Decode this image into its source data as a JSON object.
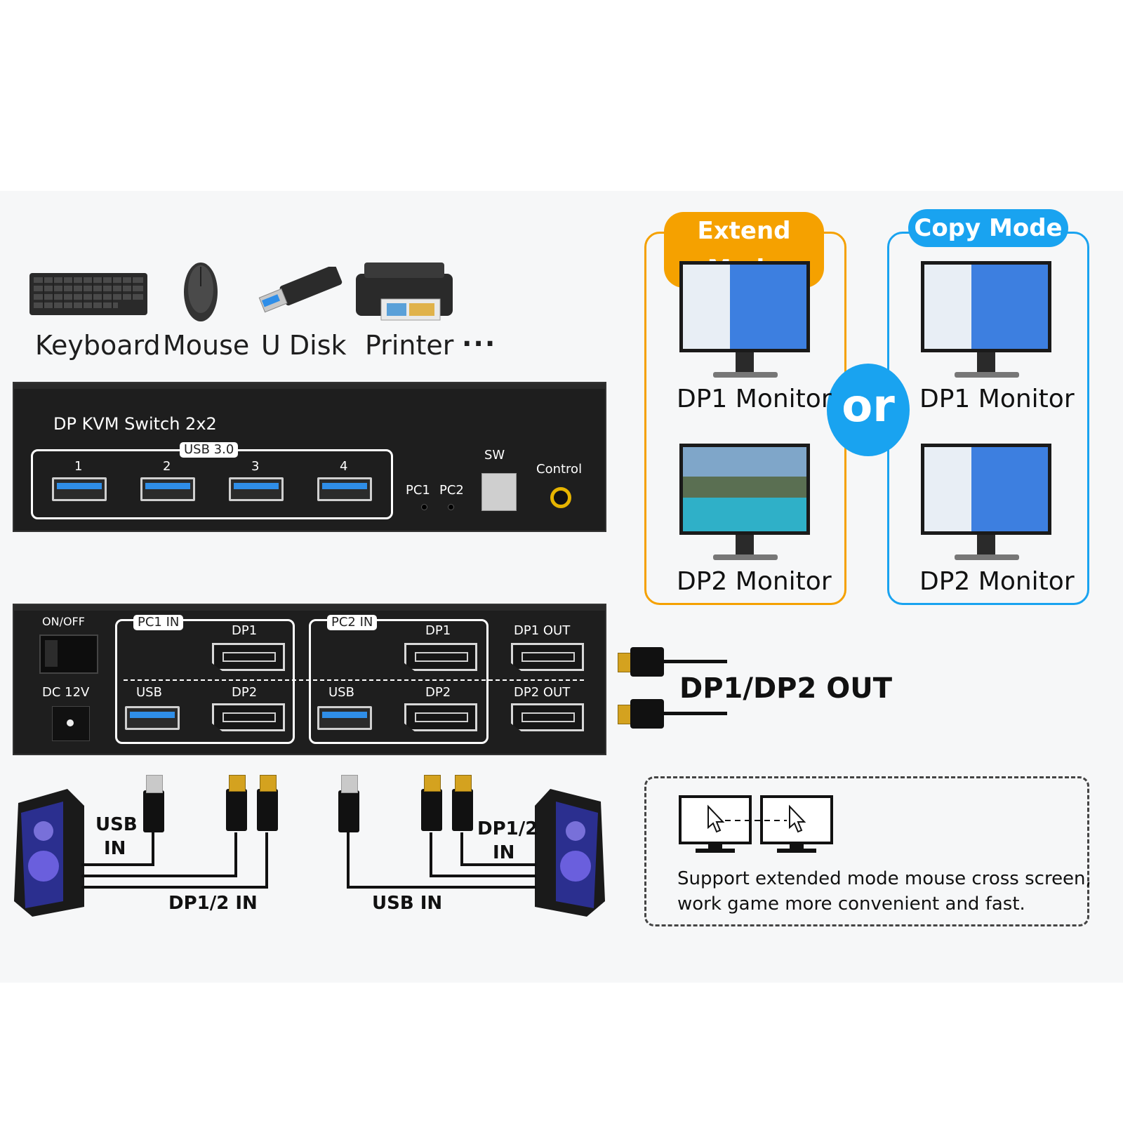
{
  "peripherals": {
    "items": [
      {
        "label": "Keyboard",
        "icon": "keyboard-icon"
      },
      {
        "label": "Mouse",
        "icon": "mouse-icon"
      },
      {
        "label": "U Disk",
        "icon": "usb-drive-icon"
      },
      {
        "label": "Printer",
        "icon": "printer-icon"
      }
    ],
    "more": "..."
  },
  "front_panel": {
    "title": "DP KVM Switch 2x2",
    "usb_group_label": "USB 3.0",
    "usb_ports": [
      "1",
      "2",
      "3",
      "4"
    ],
    "pc1_label": "PC1",
    "pc2_label": "PC2",
    "sw_label": "SW",
    "control_label": "Control"
  },
  "back_panel": {
    "power_label": "ON/OFF",
    "dc_label": "DC 12V",
    "pc1_group": "PC1 IN",
    "pc2_group": "PC2 IN",
    "dp1": "DP1",
    "dp2": "DP2",
    "usb": "USB",
    "dp1_out": "DP1 OUT",
    "dp2_out": "DP2 OUT"
  },
  "out_label": "DP1/DP2 OUT",
  "modes": {
    "extend": {
      "title": "Extend Mode",
      "color": "#f5a100",
      "mon1": "DP1 Monitor",
      "mon2": "DP2 Monitor"
    },
    "copy": {
      "title": "Copy Mode",
      "color": "#19a3f0",
      "mon1": "DP1 Monitor",
      "mon2": "DP2 Monitor"
    },
    "or": "or"
  },
  "cables": {
    "left_usb_in_1": "USB",
    "left_usb_in_2": "IN",
    "left_dp_in": "DP1/2 IN",
    "right_usb_in": "USB IN",
    "right_dp_in_1": "DP1/2",
    "right_dp_in_2": "IN"
  },
  "feature": {
    "line1": "Support extended mode mouse cross screen,",
    "line2": "work game more convenient and fast."
  }
}
